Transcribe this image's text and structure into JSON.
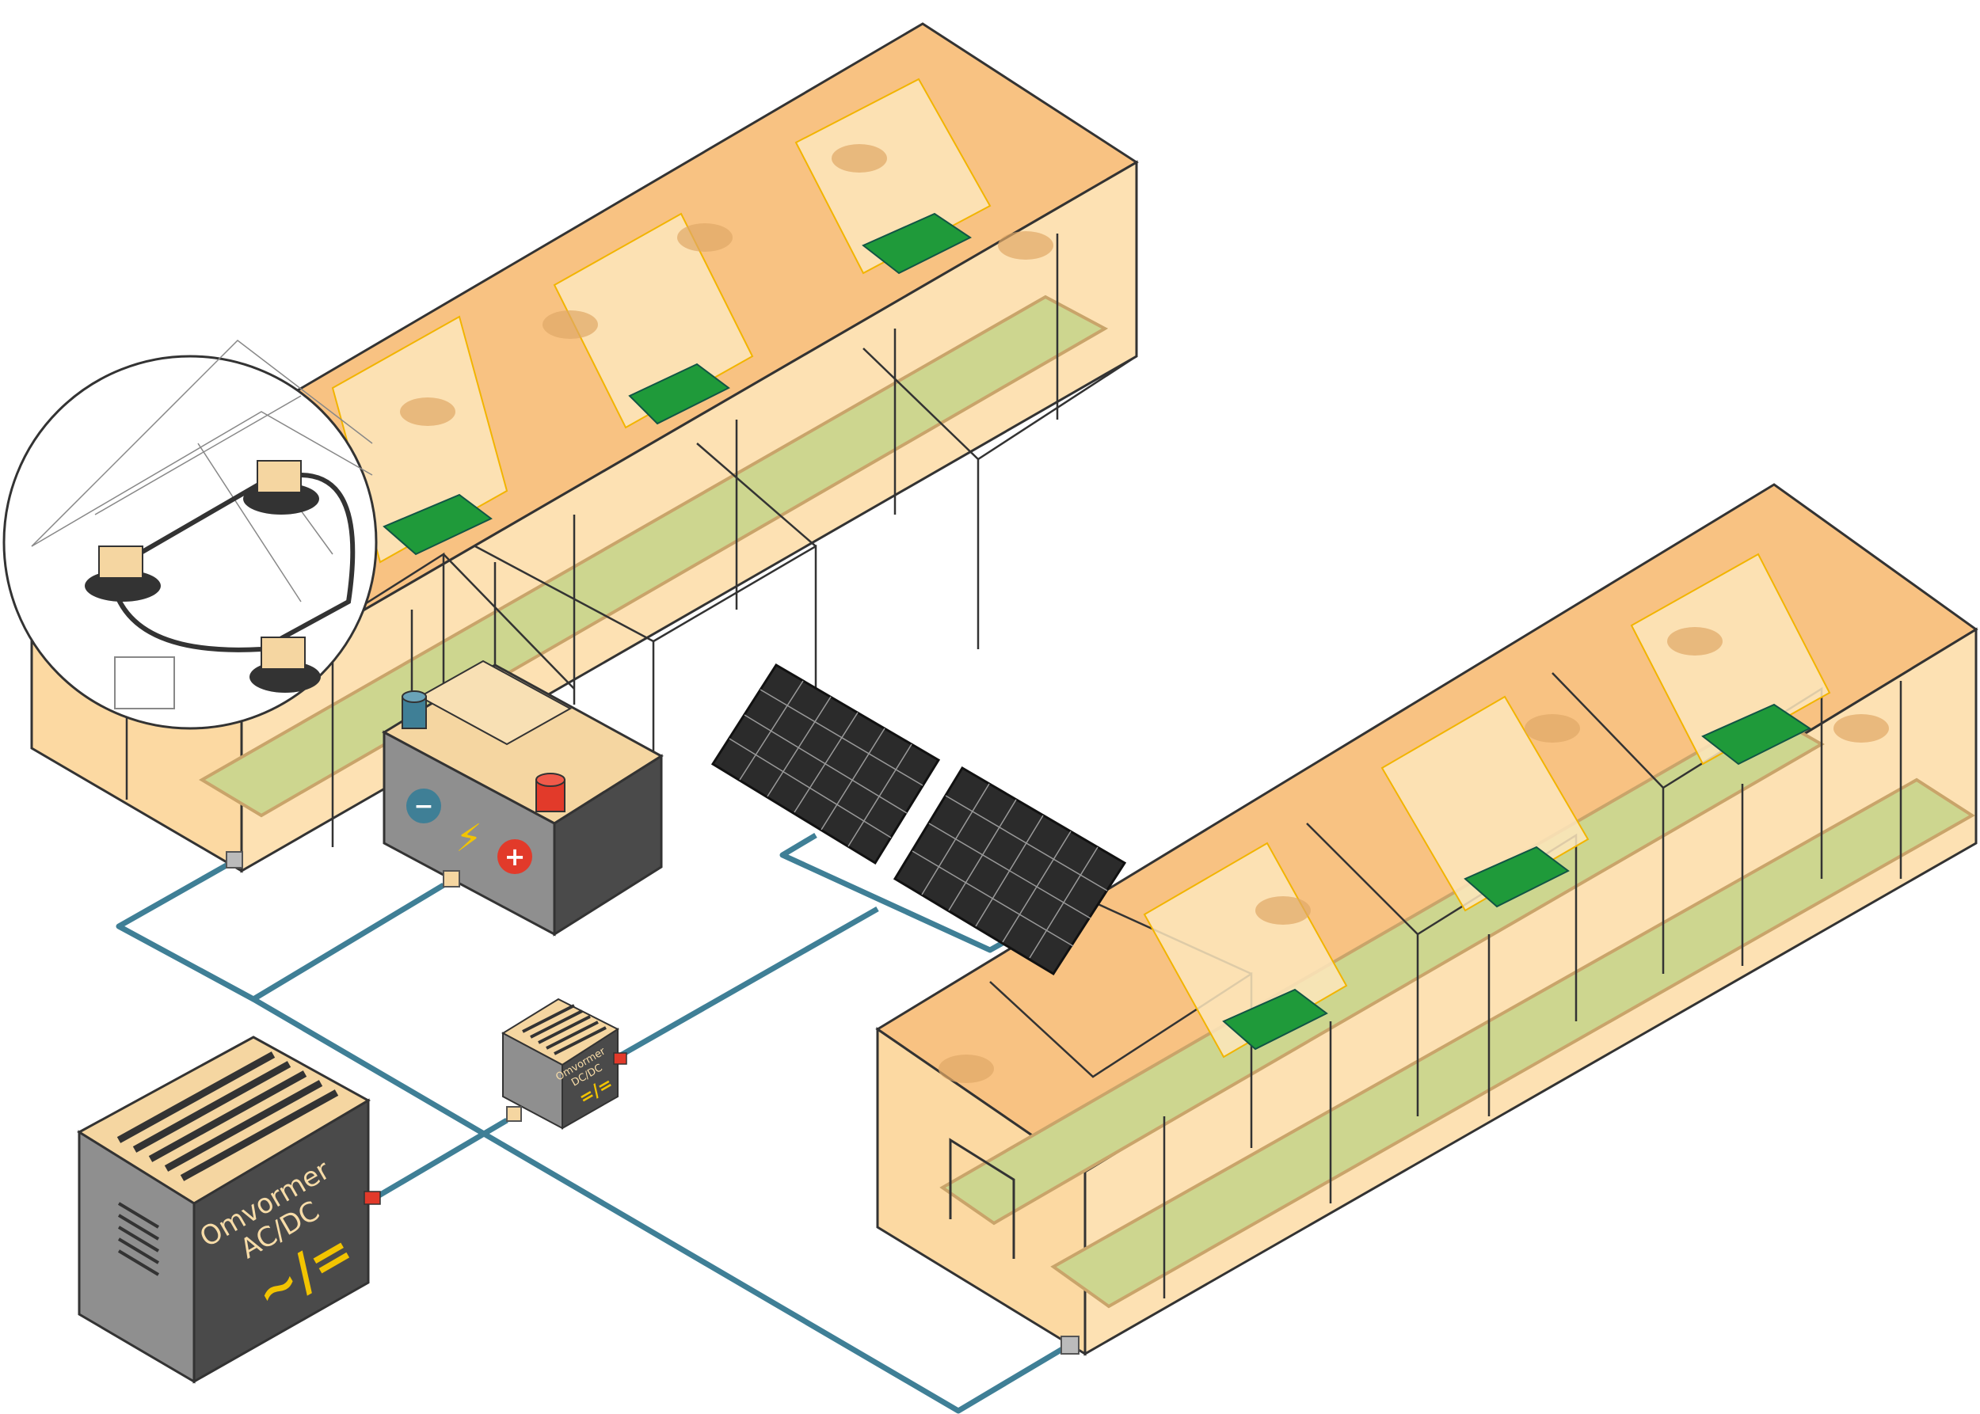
{
  "colors": {
    "glass_fill": "#fbc97a",
    "glass_top": "#f7a95a",
    "frame": "#333333",
    "cable": "#3f7f96",
    "device_dark": "#4a4a4a",
    "device_top": "#f5d6a1",
    "panel_green": "#1f9a3a",
    "plant_bed": "#cdd68f",
    "connector_red": "#e23a2a",
    "symbol_yellow": "#f2c400"
  },
  "components": {
    "greenhouse_left": "greenhouse",
    "greenhouse_right": "greenhouse",
    "battery": "battery",
    "solar_panels": "solar-panels",
    "zoom_detail": "zoom-detail-circle"
  },
  "devices": {
    "ac_dc": {
      "line1": "Omvormer",
      "line2": "AC/DC",
      "symbol": "~/="
    },
    "dc_dc": {
      "line1": "Omvormer",
      "line2": "DC/DC",
      "symbol": "=/="
    }
  },
  "battery": {
    "minus": "−",
    "plus": "+",
    "bolt": "⚡"
  }
}
